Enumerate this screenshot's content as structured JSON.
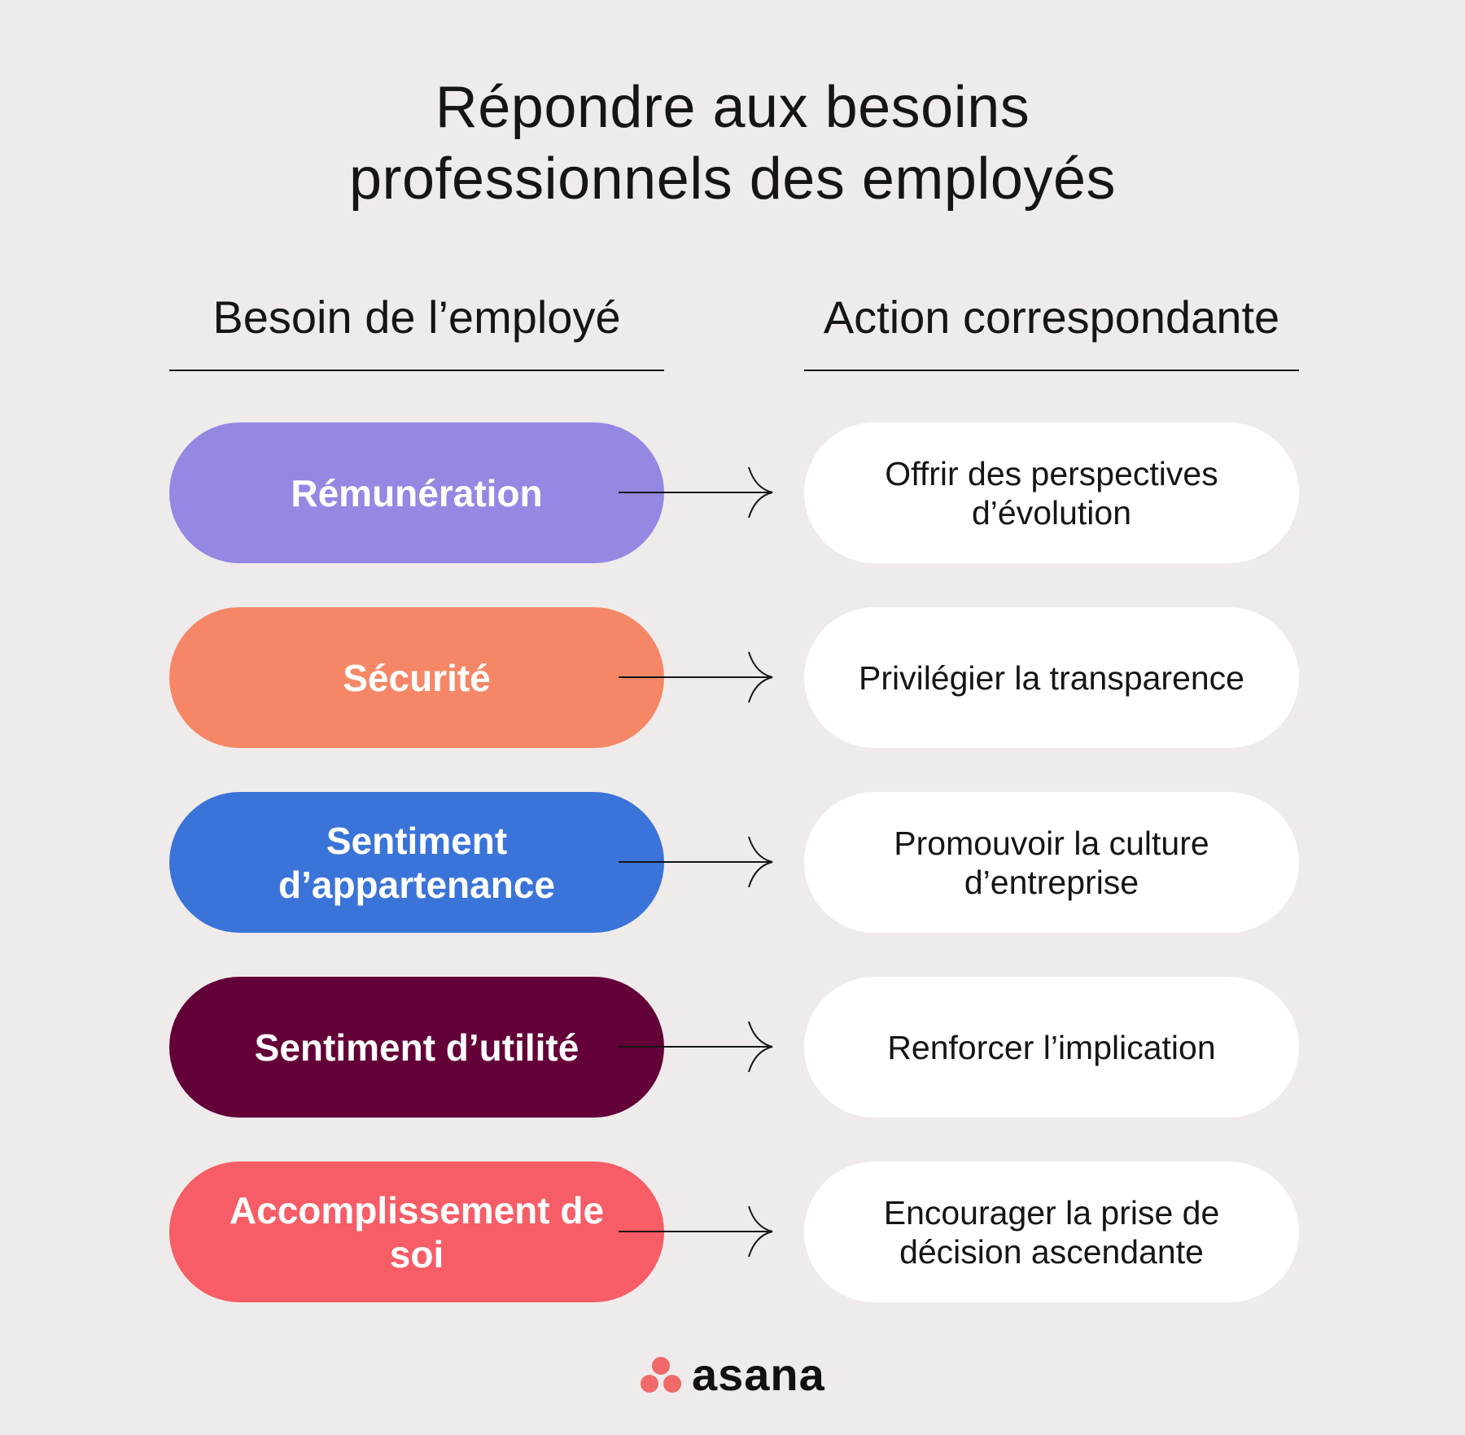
{
  "title": {
    "line1": "Répondre aux besoins",
    "line2": "professionnels des employés"
  },
  "columns": {
    "left": "Besoin de l’employé",
    "right": "Action correspondante"
  },
  "rows": [
    {
      "need": "Rémunération",
      "action": "Offrir des perspectives d’évolution",
      "color": "#9488e3"
    },
    {
      "need": "Sécurité",
      "action": "Privilégier la transparence",
      "color": "#f58767"
    },
    {
      "need": "Sentiment d’appartenance",
      "action": "Promouvoir la culture d’entreprise",
      "color": "#3b74d8"
    },
    {
      "need": "Sentiment d’utilité",
      "action": "Renforcer l’implication",
      "color": "#630038"
    },
    {
      "need": "Accomplissement de soi",
      "action": "Encourager la prise de décision ascendante",
      "color": "#f65d66"
    }
  ],
  "logo": {
    "text": "asana",
    "color": "#f06a6a"
  }
}
